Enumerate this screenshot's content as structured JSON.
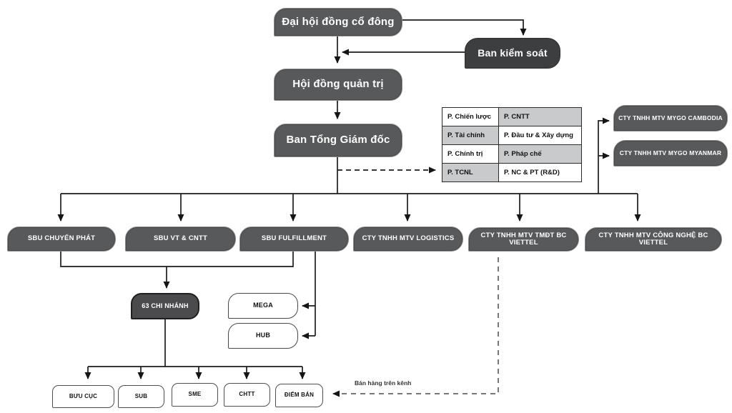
{
  "governance": {
    "shareholders_meeting": "Đại hội đồng cổ đông",
    "supervisory_board": "Ban kiểm soát",
    "board_of_directors": "Hội đồng quản trị",
    "general_directorate": "Ban Tổng Giám đốc"
  },
  "departments": {
    "rows": [
      {
        "left": "P. Chiến lược",
        "right": "P. CNTT"
      },
      {
        "left": "P. Tài chính",
        "right": "P. Đầu tư & Xây dựng"
      },
      {
        "left": "P. Chính trị",
        "right": "P. Pháp chế"
      },
      {
        "left": "P. TCNL",
        "right": "P. NC & PT (R&D)"
      }
    ]
  },
  "international_subsidiaries": [
    "CTY TNHH MTV MYGO CAMBODIA",
    "CTY TNHH MTV MYGO MYANMAR"
  ],
  "business_units": [
    "SBU CHUYỂN PHÁT",
    "SBU VT & CNTT",
    "SBU FULFILLMENT",
    "CTY TNHH MTV LOGISTICS",
    "CTY TNHH MTV TMĐT BC VIETTEL",
    "CTY TNHH MTV CÔNG NGHỆ BC VIETTEL"
  ],
  "branch_network": {
    "branches": "63 CHI NHÁNH",
    "mega": "MEGA",
    "hub": "HUB"
  },
  "sales_channels": [
    "BƯU CỤC",
    "SUB",
    "SME",
    "CHTT",
    "ĐIỂM BÁN"
  ],
  "annotations": {
    "sales_via_channel": "Bán hàng trên kênh"
  },
  "colors": {
    "dark_box": "#58595b",
    "darker_box": "#3d3e40",
    "branch_box": "#4b4b4d",
    "table_gray": "#c9cacb",
    "line": "#1c1c1c"
  }
}
